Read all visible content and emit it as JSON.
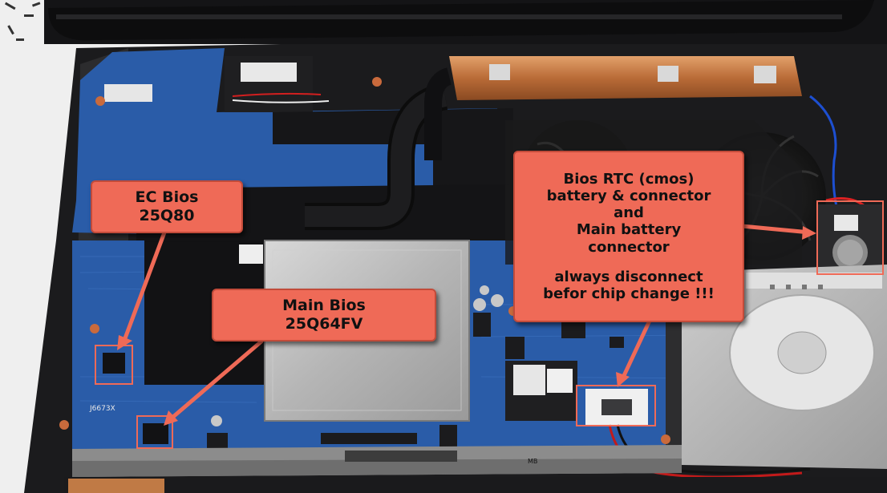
{
  "callouts": {
    "ec_bios": {
      "line1": "EC Bios",
      "line2": "25Q80"
    },
    "main_bios": {
      "line1": "Main Bios",
      "line2": "25Q64FV"
    },
    "rtc": {
      "line1": "Bios RTC (cmos)",
      "line2": "battery & connector",
      "line3": "and",
      "line4": "Main battery",
      "line5": "connector",
      "line6": "always disconnect",
      "line7": "befor chip change !!!"
    }
  },
  "colors": {
    "callout": "#ef6a57",
    "board": "#2a5ca8",
    "copper": "#c07a45",
    "shield": "#b8b8b8"
  },
  "silkscreen": {
    "chip_marking": "J6673X",
    "mb_label": "MB"
  }
}
